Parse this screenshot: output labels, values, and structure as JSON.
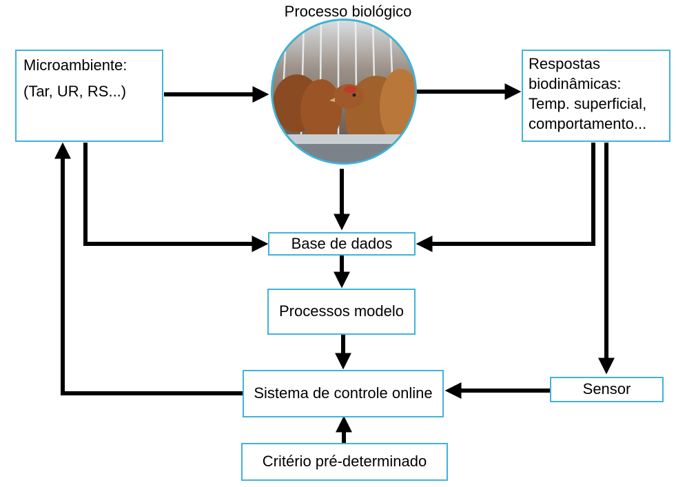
{
  "title": "Processo biológico",
  "microambiente": {
    "heading": "Microambiente:",
    "detail": "(Tar, UR, RS...)"
  },
  "respostas": {
    "line1": "Respostas",
    "line2": "biodinâmicas:",
    "line3": "Temp. superficial,",
    "line4": "comportamento..."
  },
  "base_de_dados": "Base de dados",
  "processos_modelo": "Processos modelo",
  "sistema_controle": "Sistema de controle online",
  "sensor": "Sensor",
  "criterio": "Critério pré-determinado",
  "colors": {
    "box_border": "#3fb3d9",
    "arrow": "#000000"
  },
  "image": {
    "subject": "laying hens in cages"
  }
}
